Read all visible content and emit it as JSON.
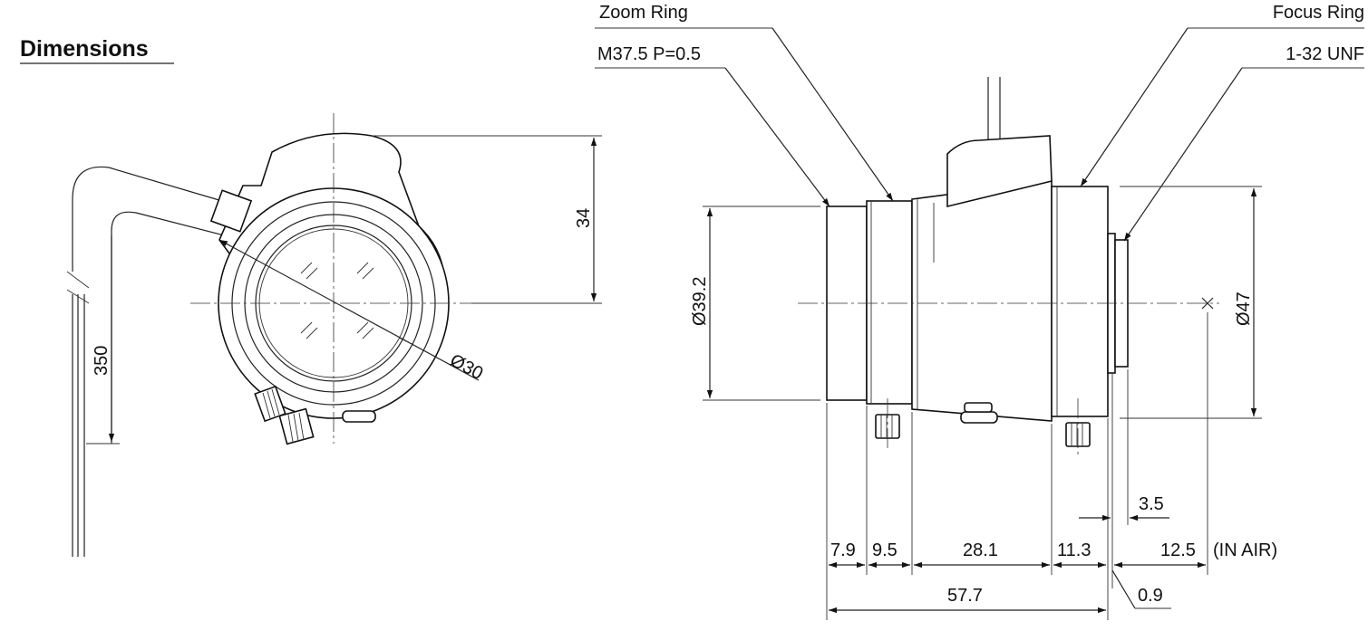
{
  "title": "Dimensions",
  "callouts": {
    "zoom_ring": "Zoom Ring",
    "thread_front": "M37.5 P=0.5",
    "focus_ring": "Focus Ring",
    "mount_thread": "1-32 UNF"
  },
  "front_view": {
    "height_34": "34",
    "cable_350": "350",
    "diameter_30": "Ø30"
  },
  "side_view": {
    "diameter_39_2": "Ø39.2",
    "diameter_47": "Ø47",
    "len_7_9": "7.9",
    "len_9_5": "9.5",
    "len_28_1": "28.1",
    "len_11_3": "11.3",
    "len_12_5": "12.5",
    "in_air": "(IN AIR)",
    "len_3_5": "3.5",
    "len_57_7": "57.7",
    "len_0_9": "0.9"
  }
}
